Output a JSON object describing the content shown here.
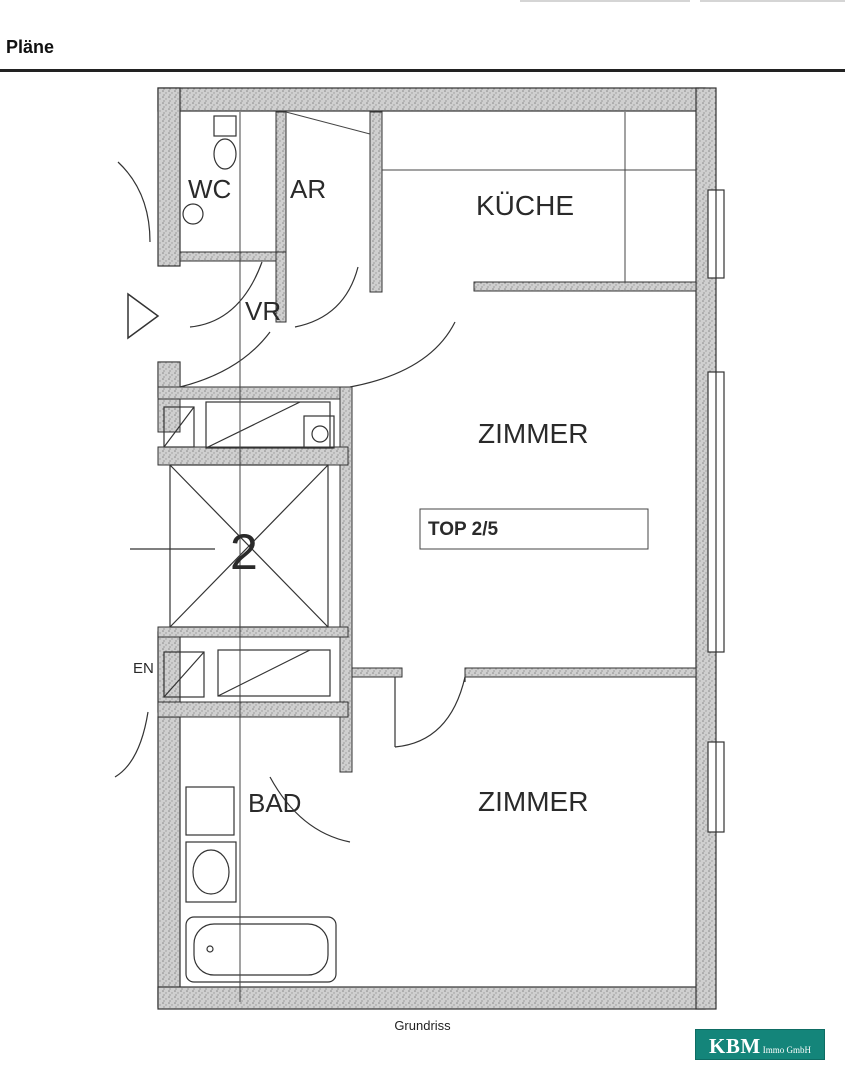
{
  "header": {
    "title": "Pläne"
  },
  "plan": {
    "rooms": {
      "wc": "WC",
      "ar": "AR",
      "vr": "VR",
      "kueche": "KÜCHE",
      "zimmer_1": "ZIMMER",
      "zimmer_2": "ZIMMER",
      "bad": "BAD",
      "en": "EN"
    },
    "unit_label": "TOP  2/5",
    "stair_number": "2"
  },
  "caption": "Grundriss",
  "logo": {
    "main": "KBM",
    "sub": "Immo GmbH"
  },
  "colors": {
    "logo_bg": "#14857a",
    "wall": "#b9b9b9",
    "ink": "#2a2a2a"
  }
}
